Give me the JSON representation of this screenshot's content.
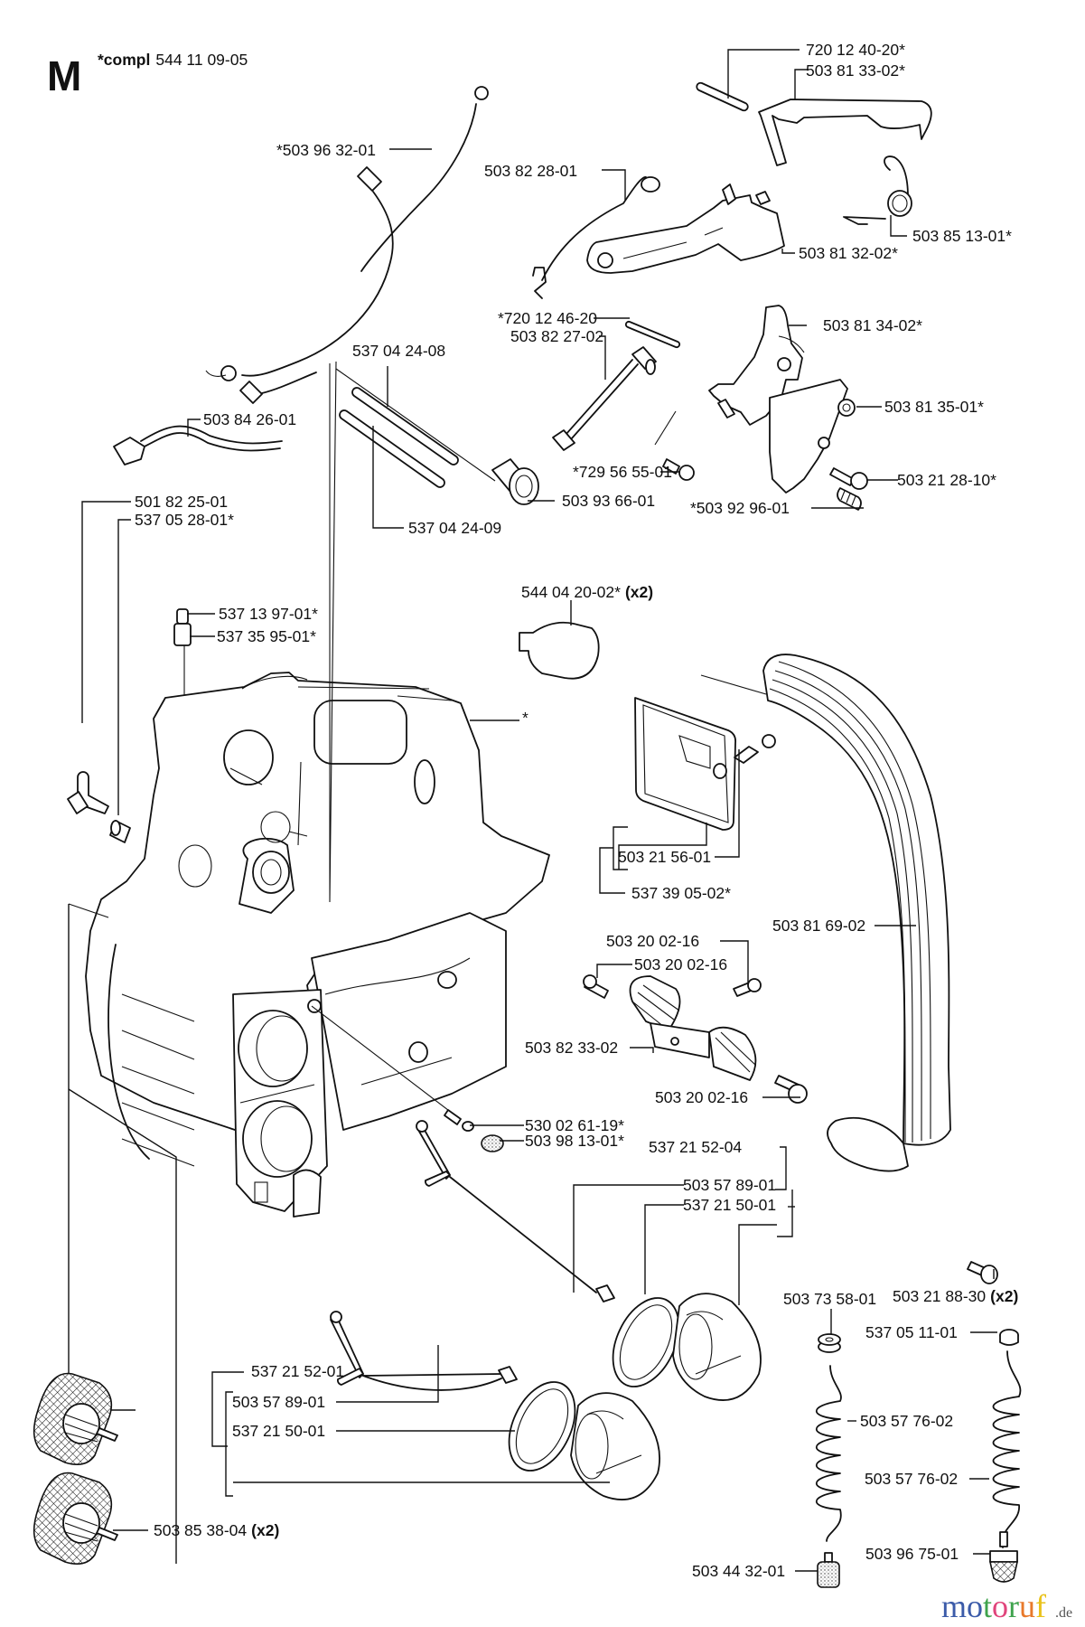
{
  "header": {
    "section_letter": "M",
    "compl_prefix": "*compl",
    "compl_number": "544 11 09-05"
  },
  "labels": {
    "l720_12_40_20": "720 12 40-20*",
    "l503_81_33_02": "503 81 33-02*",
    "l503_96_32_01": "*503 96 32-01",
    "l503_82_28_01": "503 82 28-01",
    "l503_85_13_01": "503 85 13-01*",
    "l503_81_32_02": "503 81 32-02*",
    "l720_12_46_20": "*720 12 46-20",
    "l503_82_27_02": "503 82 27-02",
    "l503_81_34_02": "503 81 34-02*",
    "l537_04_24_08": "537 04 24-08",
    "l503_81_35_01": "503 81 35-01*",
    "l503_84_26_01": "503 84 26-01",
    "l729_56_55_01": "*729 56 55-01",
    "l503_21_28_10": "503 21 28-10*",
    "l503_93_66_01": "503 93 66-01",
    "l503_92_96_01": "*503 92 96-01",
    "l501_82_25_01": "501 82 25-01",
    "l537_05_28_01": "537 05 28-01*",
    "l537_04_24_09": "537 04 24-09",
    "l544_04_20_02": "544 04 20-02*",
    "l544_04_20_02_qty": "(x2)",
    "l537_13_97_01": "537 13 97-01*",
    "l537_35_95_01": "537 35 95-01*",
    "tank_star": "*",
    "l503_21_56_01": "503 21 56-01",
    "l537_39_05_02": "537 39 05-02*",
    "l503_81_69_02": "503 81 69-02",
    "l503_20_02_16_a": "503 20 02-16",
    "l503_20_02_16_b": "503 20 02-16",
    "l503_82_33_02": "503 82 33-02",
    "l503_20_02_16_c": "503 20 02-16",
    "l530_02_61_19": "530 02 61-19*",
    "l503_98_13_01": "503 98 13-01*",
    "l537_21_52_04": "537 21 52-04",
    "l503_57_89_01_a": "503 57 89-01",
    "l537_21_50_01_a": "537 21 50-01",
    "l503_21_88_30": "503 21 88-30",
    "l503_21_88_30_qty": "(x2)",
    "l503_73_58_01": "503 73 58-01",
    "l537_05_11_01": "537 05 11-01",
    "l537_21_52_01": "537 21 52-01",
    "l503_57_76_02_a": "503 57 76-02",
    "l503_57_89_01_b": "503 57 89-01",
    "l537_21_50_01_b": "537 21 50-01",
    "l503_57_76_02_b": "503 57 76-02",
    "l503_85_38_04": "503 85 38-04",
    "l503_85_38_04_qty": "(x2)",
    "l503_96_75_01": "503 96 75-01",
    "l503_44_32_01": "503 44 32-01"
  },
  "watermark": {
    "letters": [
      "m",
      "o",
      "t",
      "o",
      "r",
      "u",
      "f"
    ],
    "letter_colors": [
      "#3b5ba9",
      "#3b5ba9",
      "#3fa34d",
      "#e0457b",
      "#3fa34d",
      "#e8792a",
      "#e9c21a"
    ],
    "suffix": ".de"
  }
}
